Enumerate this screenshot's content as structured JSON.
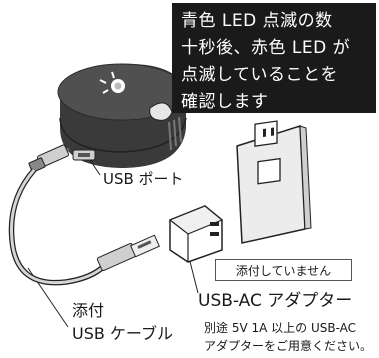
{
  "note": {
    "lines": [
      "青色 LED 点滅の数",
      "十秒後、赤色 LED が",
      "点滅していることを",
      "確認します"
    ]
  },
  "labels": {
    "usb_port": "USB ポート",
    "not_included": "添付していません",
    "ac_adapter": "USB-AC アダプター",
    "cable_line1": "添付",
    "cable_line2": "USB ケーブル",
    "separate_line1": "別途 5V 1A 以上の USB-AC",
    "separate_line2": "アダプターをご用意ください。"
  },
  "colors": {
    "note_bg": "#1a1a1a",
    "device_body": "#3a3a3a",
    "device_top": "#505050",
    "outlet_plate": "#ececec"
  }
}
